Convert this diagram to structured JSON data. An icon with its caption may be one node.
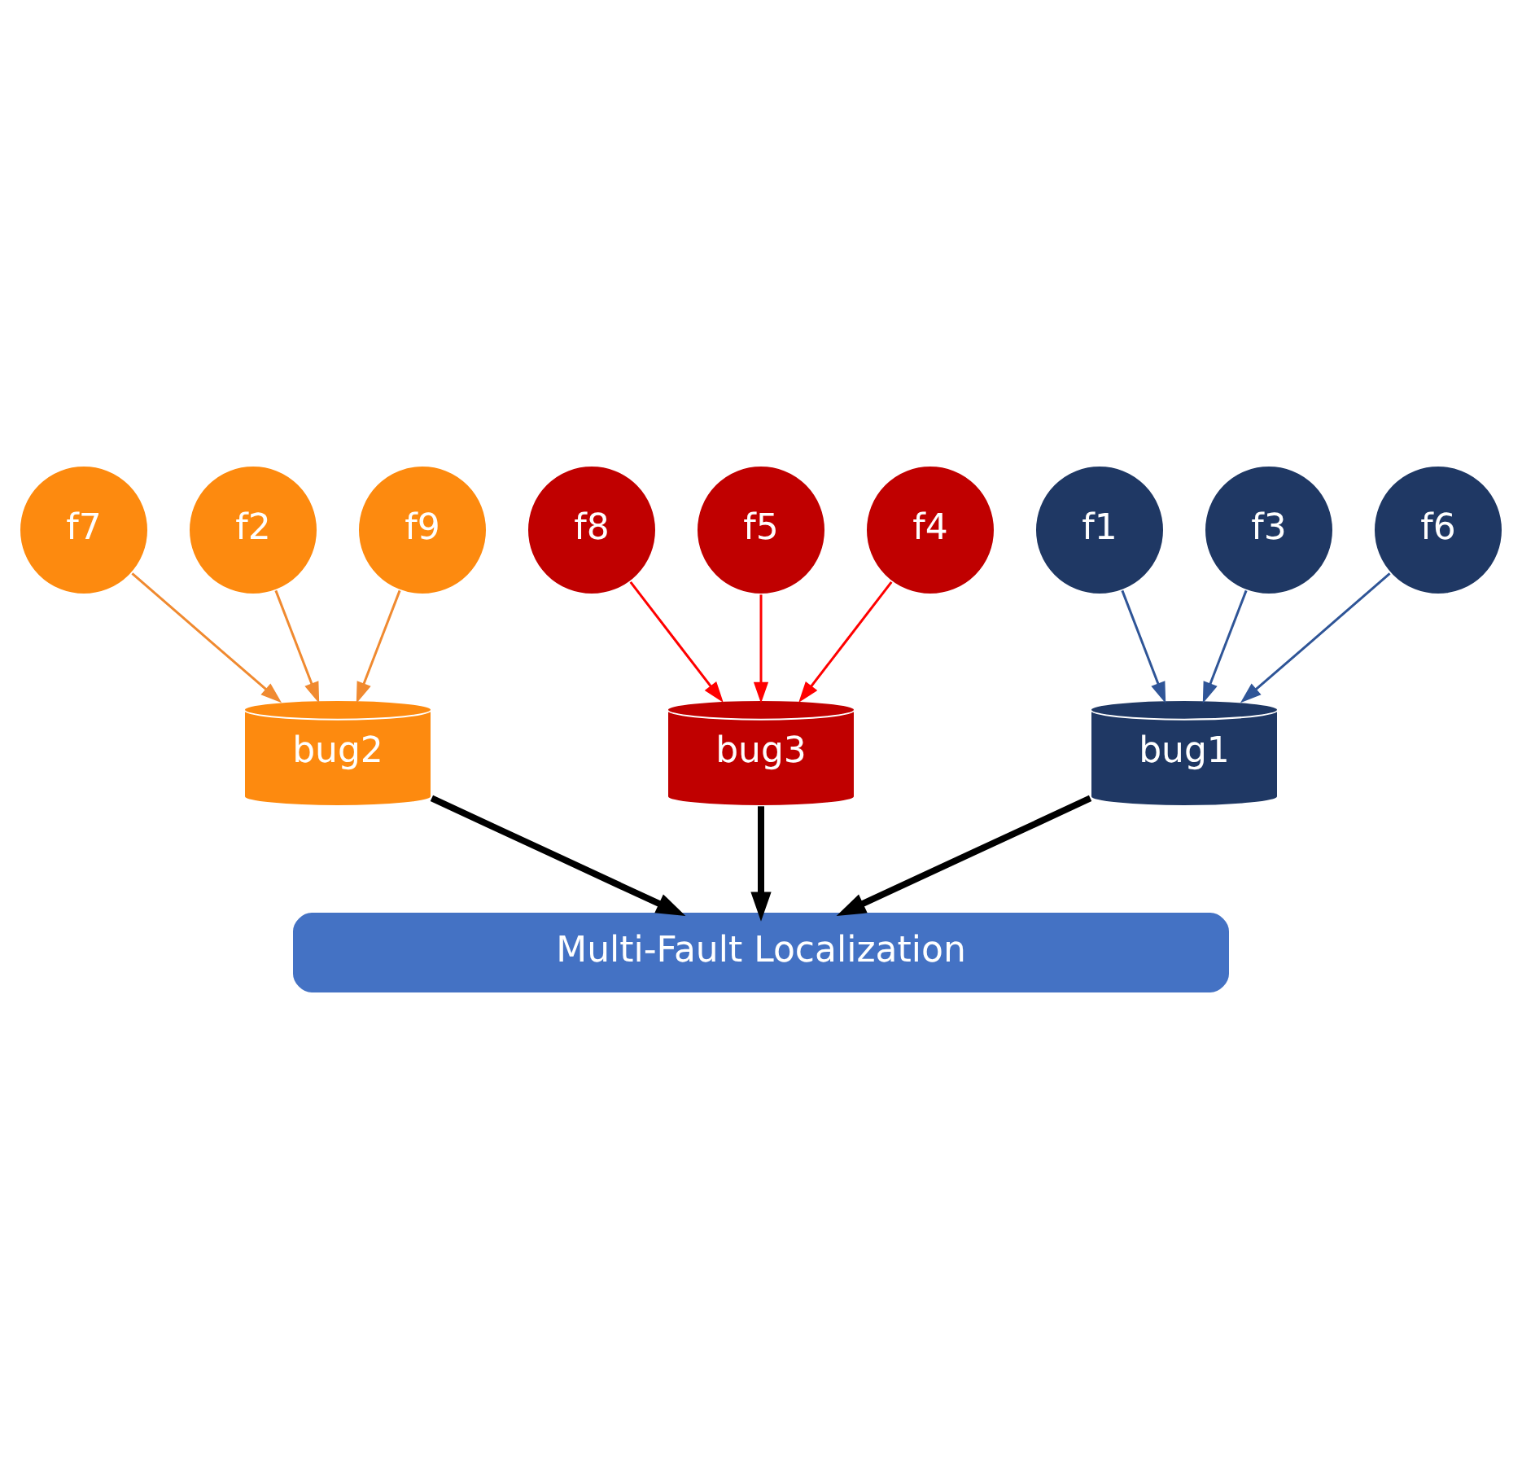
{
  "diagram": {
    "nodes": [
      {
        "text": [
          "f1"
        ]
      },
      {
        "text": [
          "f3"
        ]
      },
      {
        "text": [
          "f7"
        ]
      },
      {
        "text": [
          "f2"
        ]
      },
      {
        "text": [
          "f8"
        ]
      },
      {
        "text": [
          "f6"
        ]
      },
      {
        "text": [
          "f9"
        ]
      },
      {
        "text": [
          "f5"
        ]
      },
      {
        "text": [
          "f4"
        ]
      },
      {
        "text": [
          "bug1"
        ]
      },
      {
        "text": [
          "bug2"
        ]
      },
      {
        "text": [
          "bug3"
        ]
      },
      {
        "text": [
          "Multi-Fault Localization"
        ]
      }
    ],
    "edges": [
      {
        "from": 0,
        "to": 9,
        "arrow": "to",
        "color": "#2f5597"
      },
      {
        "from": 1,
        "to": 9,
        "arrow": "to",
        "color": "#2f5597"
      },
      {
        "from": 5,
        "to": 9,
        "arrow": "to",
        "color": "#2f5597"
      },
      {
        "from": 2,
        "to": 10,
        "arrow": "to",
        "color": "#f08a30"
      },
      {
        "from": 3,
        "to": 10,
        "arrow": "to",
        "color": "#f08a30"
      },
      {
        "from": 6,
        "to": 10,
        "arrow": "to",
        "color": "#f08a30"
      },
      {
        "from": 4,
        "to": 11,
        "arrow": "to",
        "color": "#ff0000"
      },
      {
        "from": 7,
        "to": 11,
        "arrow": "to",
        "color": "#ff0000"
      },
      {
        "from": 8,
        "to": 11,
        "arrow": "to",
        "color": "#ff0000"
      },
      {
        "from": 9,
        "to": 12,
        "arrow": "to",
        "style": "thick",
        "color": "#000000"
      },
      {
        "from": 10,
        "to": 12,
        "arrow": "to",
        "style": "thick",
        "color": "#000000"
      },
      {
        "from": 11,
        "to": 12,
        "arrow": "to",
        "style": "thick",
        "color": "#000000"
      }
    ]
  }
}
